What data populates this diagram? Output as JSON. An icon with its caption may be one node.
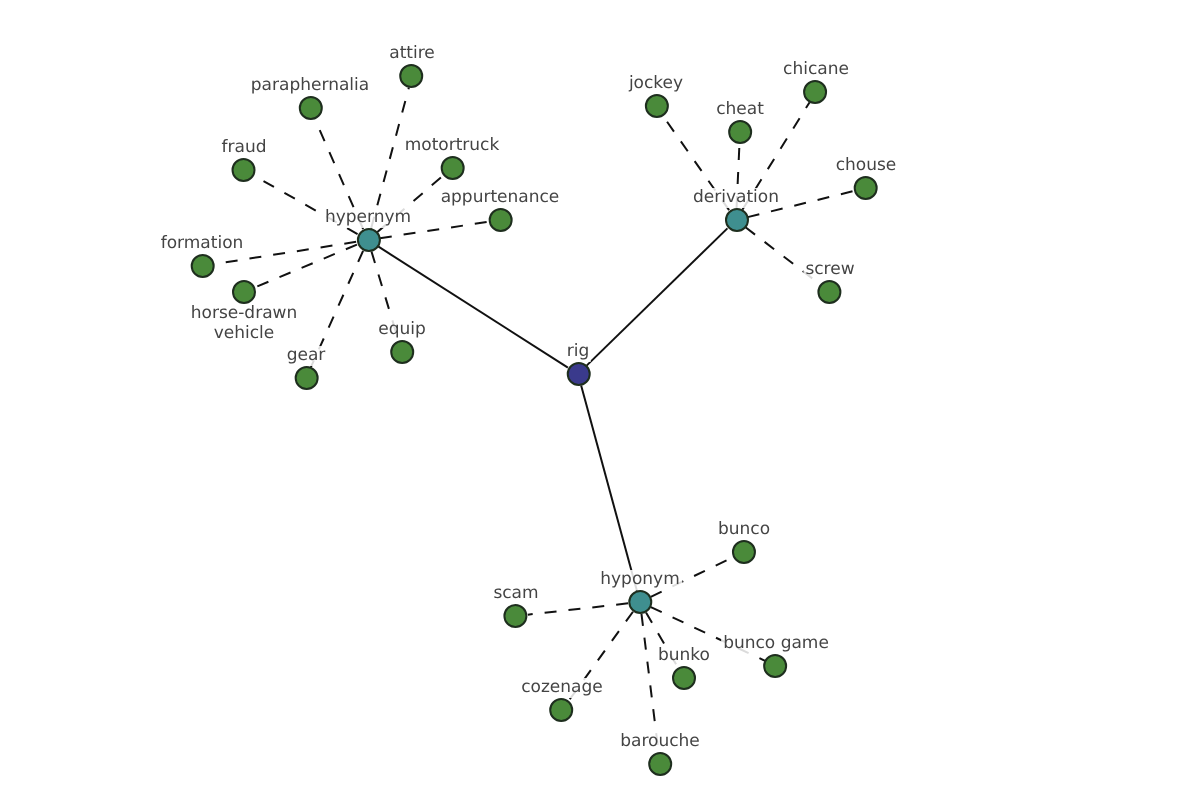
{
  "diagram": {
    "nodes": [
      {
        "text": [
          "rig"
        ]
      },
      {
        "text": [
          "hypernym"
        ]
      },
      {
        "text": [
          "attire"
        ]
      },
      {
        "text": [
          "paraphernalia"
        ]
      },
      {
        "text": [
          "fraud"
        ]
      },
      {
        "text": [
          "motortruck"
        ]
      },
      {
        "text": [
          "appurtenance"
        ]
      },
      {
        "text": [
          "formation"
        ]
      },
      {
        "text": [
          "horse-drawn vehicle"
        ]
      },
      {
        "text": [
          "gear"
        ]
      },
      {
        "text": [
          "equip"
        ]
      },
      {
        "text": [
          "derivation"
        ]
      },
      {
        "text": [
          "jockey"
        ]
      },
      {
        "text": [
          "cheat"
        ]
      },
      {
        "text": [
          "chicane"
        ]
      },
      {
        "text": [
          "chouse"
        ]
      },
      {
        "text": [
          "screw"
        ]
      },
      {
        "text": [
          "hyponym"
        ]
      },
      {
        "text": [
          "bunco"
        ]
      },
      {
        "text": [
          "scam"
        ]
      },
      {
        "text": [
          "bunko"
        ]
      },
      {
        "text": [
          "bunco game"
        ]
      },
      {
        "text": [
          "cozenage"
        ]
      },
      {
        "text": [
          "barouche"
        ]
      }
    ],
    "edges": [
      {
        "from": 0,
        "to": 1,
        "arrow": "none"
      },
      {
        "from": 0,
        "to": 11,
        "arrow": "none"
      },
      {
        "from": 0,
        "to": 17,
        "arrow": "none"
      },
      {
        "from": 1,
        "to": 2,
        "arrow": "none",
        "style": "dashed"
      },
      {
        "from": 1,
        "to": 3,
        "arrow": "none",
        "style": "dashed"
      },
      {
        "from": 1,
        "to": 4,
        "arrow": "none",
        "style": "dashed"
      },
      {
        "from": 1,
        "to": 5,
        "arrow": "none",
        "style": "dashed"
      },
      {
        "from": 1,
        "to": 6,
        "arrow": "none",
        "style": "dashed"
      },
      {
        "from": 1,
        "to": 7,
        "arrow": "none",
        "style": "dashed"
      },
      {
        "from": 1,
        "to": 8,
        "arrow": "none",
        "style": "dashed"
      },
      {
        "from": 1,
        "to": 9,
        "arrow": "none",
        "style": "dashed"
      },
      {
        "from": 1,
        "to": 10,
        "arrow": "none",
        "style": "dashed"
      },
      {
        "from": 11,
        "to": 12,
        "arrow": "none",
        "style": "dashed"
      },
      {
        "from": 11,
        "to": 13,
        "arrow": "none",
        "style": "dashed"
      },
      {
        "from": 11,
        "to": 14,
        "arrow": "none",
        "style": "dashed"
      },
      {
        "from": 11,
        "to": 15,
        "arrow": "none",
        "style": "dashed"
      },
      {
        "from": 11,
        "to": 16,
        "arrow": "none",
        "style": "dashed"
      },
      {
        "from": 17,
        "to": 18,
        "arrow": "none",
        "style": "dashed"
      },
      {
        "from": 17,
        "to": 19,
        "arrow": "none",
        "style": "dashed"
      },
      {
        "from": 17,
        "to": 20,
        "arrow": "none",
        "style": "dashed"
      },
      {
        "from": 17,
        "to": 21,
        "arrow": "none",
        "style": "dashed"
      },
      {
        "from": 17,
        "to": 22,
        "arrow": "none",
        "style": "dashed"
      },
      {
        "from": 17,
        "to": 23,
        "arrow": "none",
        "style": "dashed"
      }
    ]
  }
}
